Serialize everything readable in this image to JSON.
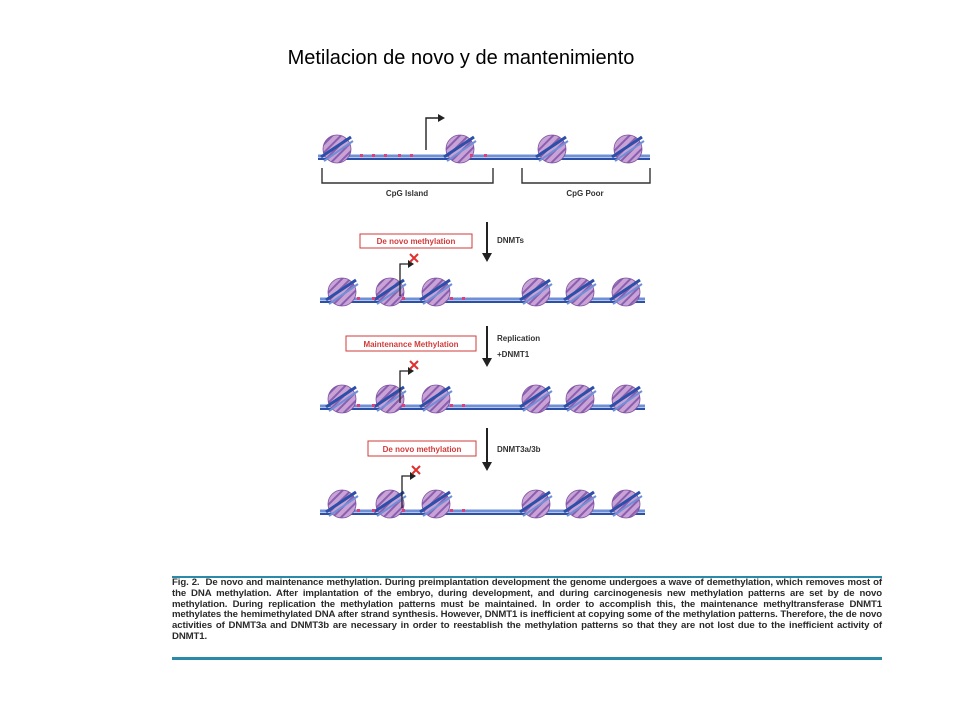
{
  "slide": {
    "title": "Metilacion de novo y de mantenimiento"
  },
  "figure": {
    "stage0": {
      "cpg_island_label": "CpG Island",
      "cpg_poor_label": "CpG Poor"
    },
    "steps": [
      {
        "box_label": "De novo methylation",
        "enzyme_label_1": "DNMTs",
        "enzyme_label_2": ""
      },
      {
        "box_label": "Maintenance Methylation",
        "enzyme_label_1": "Replication",
        "enzyme_label_2": "+DNMT1"
      },
      {
        "box_label": "De novo methylation",
        "enzyme_label_1": "DNMT3a/3b",
        "enzyme_label_2": ""
      }
    ],
    "colors": {
      "nucleosome": "#c9a3d6",
      "dna_blue": "#2c4fa8",
      "dna_light": "#6f8fd6",
      "methyl_mark": "#e0407a",
      "box_border": "#d23b3b",
      "repression_x": "#e03030",
      "rule": "#2b8aa8"
    }
  },
  "caption": {
    "label": "Fig. 2.",
    "text": "De novo and maintenance methylation. During preimplantation development the genome undergoes a wave of demethylation, which removes most of the DNA methylation. After implantation of the embryo, during development, and during carcinogenesis new methylation patterns are set by de novo methylation. During replication the methylation patterns must be maintained. In order to accomplish this, the maintenance methyltransferase DNMT1 methylates the hemimethylated DNA after strand synthesis. However, DNMT1 is inefficient at copying some of the methylation patterns. Therefore, the de novo activities of DNMT3a and DNMT3b are necessary in order to reestablish the methylation patterns so that they are not lost due to the inefficient activity of DNMT1."
  }
}
